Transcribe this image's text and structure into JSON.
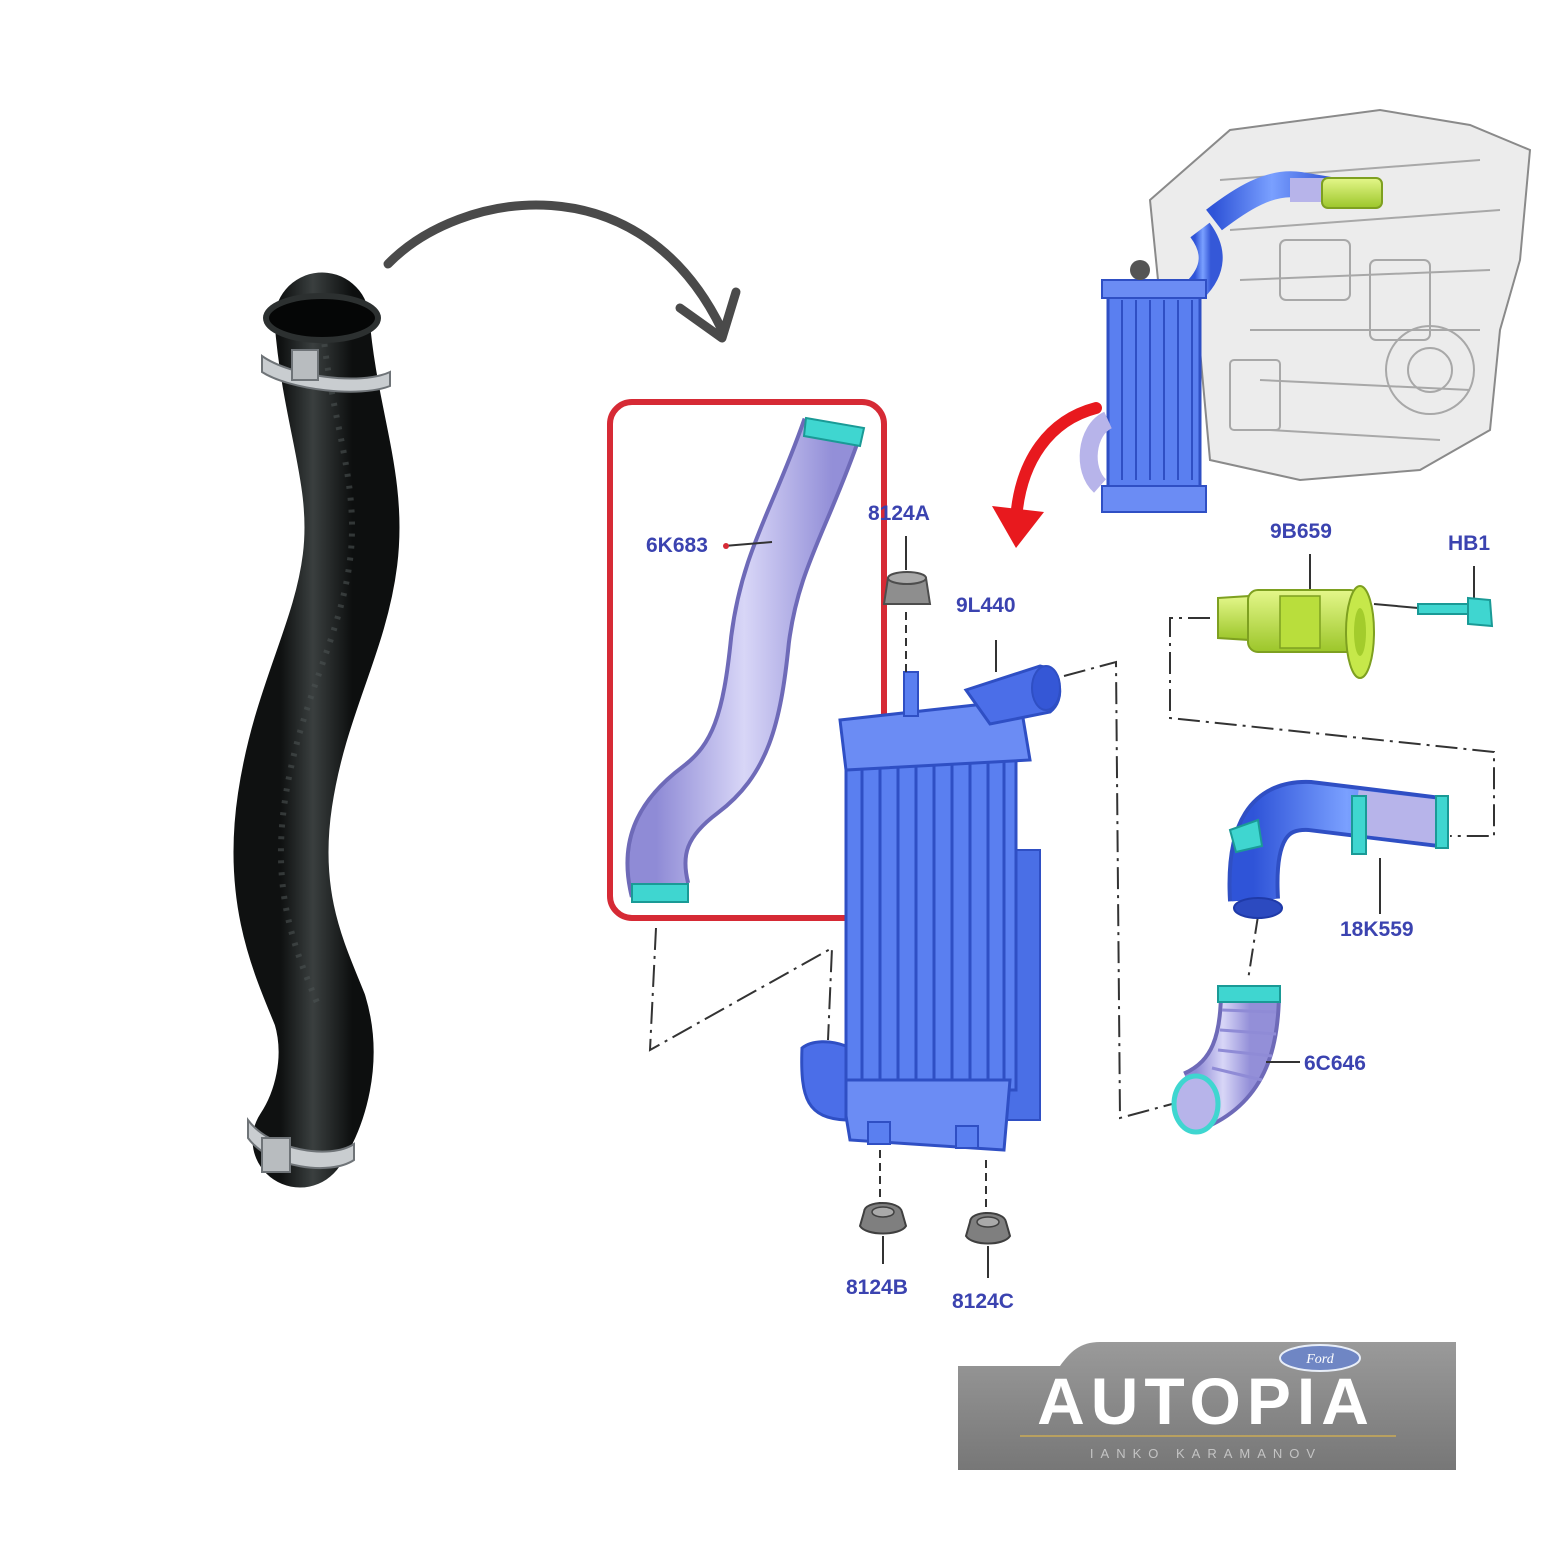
{
  "colors": {
    "label": "#3b43b0",
    "part_blue": "#5a7ff0",
    "part_blue_dark": "#2f4fc4",
    "hose_lavender": "#b7b4ea",
    "clamp_cyan": "#3fd6d0",
    "part_green": "#c6e84a",
    "highlight_red": "#d62a35",
    "arrow_red": "#e8191e",
    "arrow_gray": "#4a4a4a",
    "rubber": "#1c1f1f"
  },
  "labels": {
    "hose_6k683": "6K683",
    "grommet_8124a": "8124A",
    "intercooler_9l440": "9L440",
    "valve_9b659": "9B659",
    "bolt_hb1": "HB1",
    "tube_18k559": "18K559",
    "hose_6c646": "6C646",
    "grommet_8124b": "8124B",
    "grommet_8124c": "8124C"
  },
  "logo": {
    "brand": "AUTOPIA",
    "subtitle": "IANKO KARAMANOV",
    "oval": "Ford",
    "icon": "ford-oval-icon"
  }
}
